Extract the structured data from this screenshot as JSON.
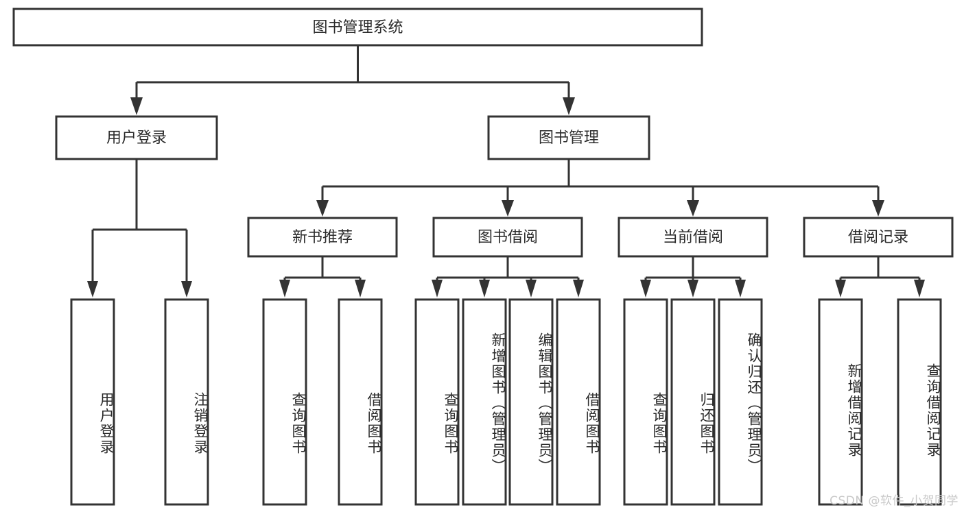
{
  "diagram": {
    "title": "图书管理系统",
    "watermark": "CSDN @软件_小贺同学",
    "accent_color": "#333333",
    "box_fill": "#ffffff",
    "text_color": "#2b2b2b",
    "levels": {
      "root": {
        "label": "图书管理系统"
      },
      "level2": [
        {
          "label": "用户登录"
        },
        {
          "label": "图书管理"
        }
      ],
      "level3": [
        {
          "label": "新书推荐"
        },
        {
          "label": "图书借阅"
        },
        {
          "label": "当前借阅"
        },
        {
          "label": "借阅记录"
        }
      ]
    },
    "leaves": {
      "user_login": [
        {
          "label": "用户登录"
        },
        {
          "label": "注销登录"
        }
      ],
      "new_book_recommend": [
        {
          "label": "查询图书"
        },
        {
          "label": "借阅图书"
        }
      ],
      "book_borrow": [
        {
          "label": "查询图书"
        },
        {
          "label": "新增图书（管理员）"
        },
        {
          "label": "编辑图书（管理员）"
        },
        {
          "label": "借阅图书"
        }
      ],
      "current_borrow": [
        {
          "label": "查询图书"
        },
        {
          "label": "归还图书"
        },
        {
          "label": "确认归还（管理员）"
        }
      ],
      "borrow_record": [
        {
          "label": "新增借阅记录"
        },
        {
          "label": "查询借阅记录"
        }
      ]
    }
  }
}
